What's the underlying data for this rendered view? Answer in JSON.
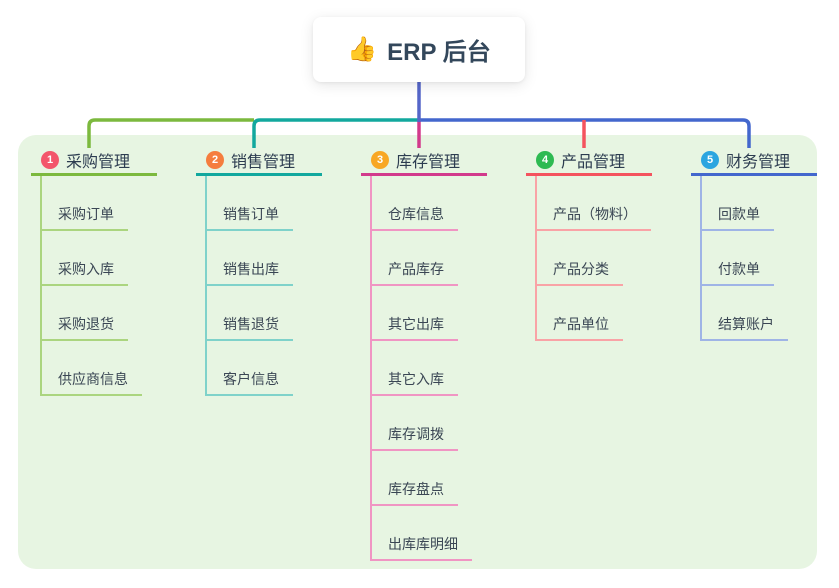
{
  "root": {
    "icon": "👍",
    "title": "ERP 后台"
  },
  "colors": {
    "panel_background": "#e7f5e2",
    "root_connector": "#5566c9",
    "branch_1_main": "#7cb93e",
    "branch_1_light": "#abd57f",
    "branch_1_badge": "#f3566b",
    "branch_2_main": "#12a89e",
    "branch_2_light": "#7fd2ca",
    "branch_2_badge": "#f57d3e",
    "branch_3_main": "#d23a8c",
    "branch_3_light": "#f095c3",
    "branch_3_badge": "#f8a724",
    "branch_4_main": "#f4535e",
    "branch_4_light": "#f9a3a6",
    "branch_4_badge": "#2eba52",
    "branch_5_main": "#4367cd",
    "branch_5_light": "#9fb4e6",
    "branch_5_badge": "#2ba5e0"
  },
  "branches": [
    {
      "badge": "1",
      "label": "采购管理",
      "children": [
        "采购订单",
        "采购入库",
        "采购退货",
        "供应商信息"
      ]
    },
    {
      "badge": "2",
      "label": "销售管理",
      "children": [
        "销售订单",
        "销售出库",
        "销售退货",
        "客户信息"
      ]
    },
    {
      "badge": "3",
      "label": "库存管理",
      "children": [
        "仓库信息",
        "产品库存",
        "其它出库",
        "其它入库",
        "库存调拨",
        "库存盘点",
        "出库库明细"
      ]
    },
    {
      "badge": "4",
      "label": "产品管理",
      "children": [
        "产品（物料）",
        "产品分类",
        "产品单位"
      ]
    },
    {
      "badge": "5",
      "label": "财务管理",
      "children": [
        "回款单",
        "付款单",
        "结算账户"
      ]
    }
  ]
}
